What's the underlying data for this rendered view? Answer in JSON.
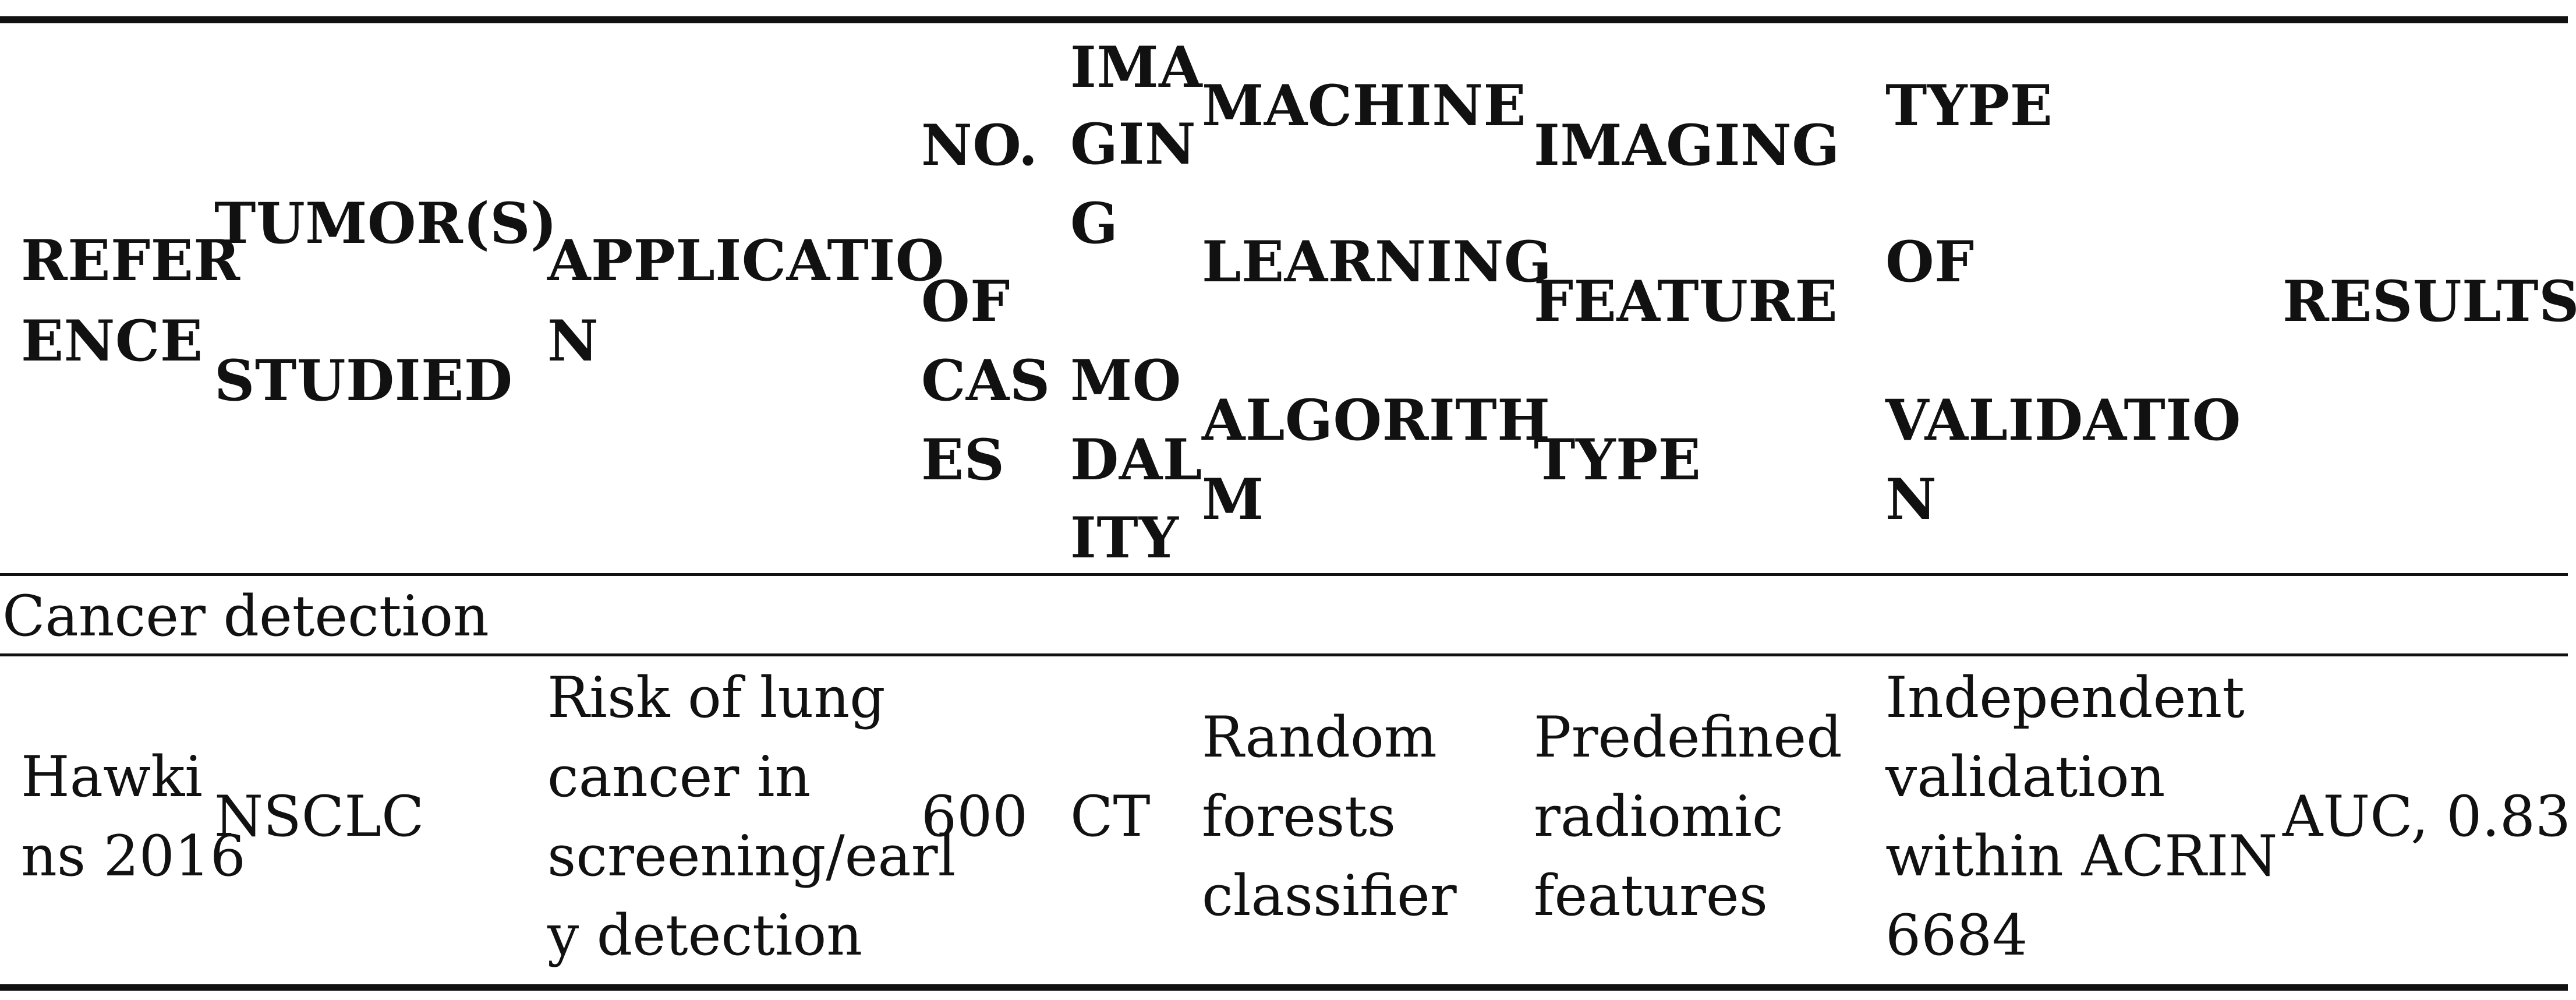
{
  "table": {
    "headers": [
      {
        "key": "reference",
        "lines": [
          "REFER",
          "ENCE"
        ]
      },
      {
        "key": "tumors",
        "lines": [
          "TUMOR(S)",
          "STUDIED"
        ]
      },
      {
        "key": "application",
        "lines": [
          "APPLICATIO",
          "N"
        ]
      },
      {
        "key": "cases",
        "lines": [
          "NO.",
          "OF",
          "CAS",
          "ES"
        ]
      },
      {
        "key": "modality",
        "lines": [
          "IMA",
          "GIN",
          "G",
          "MO",
          "DAL",
          "ITY"
        ]
      },
      {
        "key": "algorithm",
        "lines": [
          "MACHINE",
          "LEARNING",
          "ALGORITH",
          "M"
        ]
      },
      {
        "key": "feature",
        "lines": [
          "IMAGING",
          "FEATURE",
          "TYPE"
        ]
      },
      {
        "key": "validation",
        "lines": [
          "TYPE",
          "OF",
          "VALIDATIO",
          "N"
        ]
      },
      {
        "key": "results",
        "lines": [
          "RESULTS"
        ]
      }
    ],
    "section_label": "Cancer detection",
    "rows": [
      {
        "reference": [
          "Hawki",
          "ns 2016"
        ],
        "tumors": [
          "NSCLC"
        ],
        "application": [
          "Risk of lung",
          "cancer in",
          "screening/earl",
          "y detection"
        ],
        "cases": [
          "600"
        ],
        "modality": [
          "CT"
        ],
        "algorithm": [
          "Random",
          "forests",
          "classifier"
        ],
        "feature": [
          "Predefined",
          "radiomic",
          "features"
        ],
        "validation": [
          "Independent",
          "validation",
          "within ACRIN",
          "6684"
        ],
        "results": [
          "AUC, 0.83"
        ]
      }
    ]
  }
}
